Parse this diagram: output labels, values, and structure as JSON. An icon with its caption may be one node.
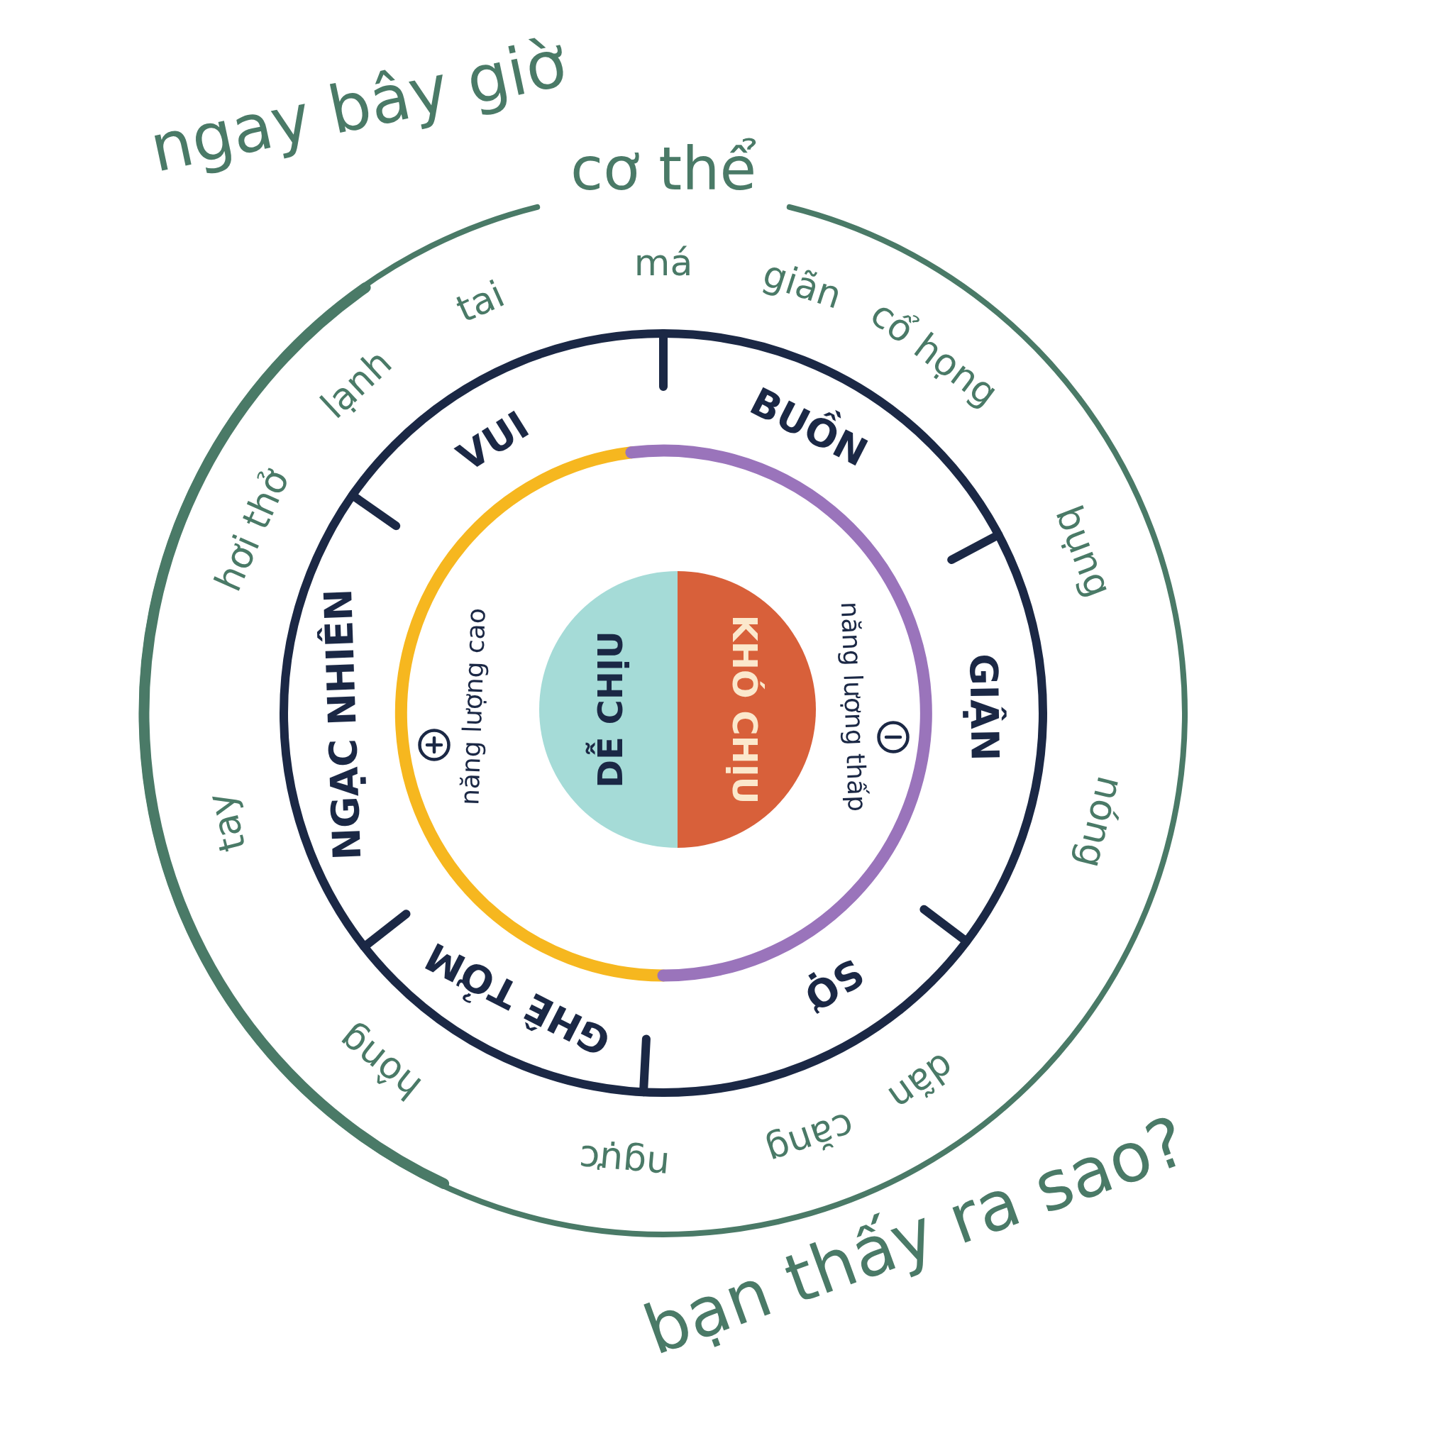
{
  "diagram": {
    "title": "ngay bây giờ",
    "caption": "bạn thấy ra sao?",
    "nodes": [
      {
        "text": [
          "cơ thể",
          "hơi thở",
          "lạnh",
          "tai",
          "má",
          "giãn",
          "cổ họng",
          "bụng",
          "nóng",
          "dãn",
          "căng",
          "ngực",
          "hông",
          "tay"
        ]
      },
      {
        "text": [],
        "shape": "circle",
        "in": 0
      },
      {
        "text": [
          "VUI"
        ],
        "in": 1
      },
      {
        "text": [
          "BUỒN"
        ],
        "in": 1
      },
      {
        "text": [
          "GIẬN"
        ],
        "in": 1
      },
      {
        "text": [
          "SỢ"
        ],
        "in": 1
      },
      {
        "text": [
          "GHÊ TỞM"
        ],
        "in": 1
      },
      {
        "text": [
          "NGẠC NHIÊN"
        ],
        "in": 1
      },
      {
        "text": [
          "năng lượng cao",
          "năng lượng thấp"
        ],
        "in": 1
      },
      {
        "text": [
          "DỄ CHỊU"
        ],
        "in": 8
      },
      {
        "text": [
          "KHÓ CHỊU"
        ],
        "in": 8
      }
    ]
  }
}
